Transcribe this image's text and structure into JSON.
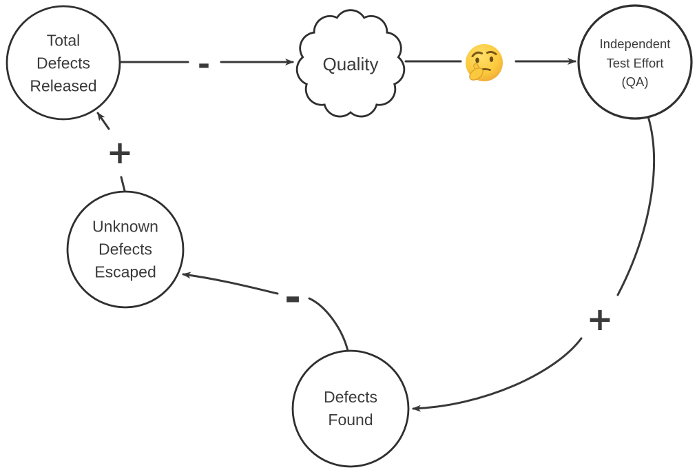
{
  "diagram": {
    "type": "causal-loop-diagram",
    "colors": {
      "background": "#ffffff",
      "stroke": "#383838",
      "text": "#3a3a3a",
      "emoji_face": "#fbc93d"
    },
    "nodes": [
      {
        "id": "total-defects-released",
        "shape": "circle",
        "label": "Total\nDefects\nReleased"
      },
      {
        "id": "quality",
        "shape": "cloud",
        "label": "Quality"
      },
      {
        "id": "independent-test-effort-qa",
        "shape": "circle",
        "label": "Independent\nTest Effort\n(QA)"
      },
      {
        "id": "unknown-defects-escaped",
        "shape": "circle",
        "label": "Unknown\nDefects\nEscaped"
      },
      {
        "id": "defects-found",
        "shape": "circle",
        "label": "Defects\nFound"
      }
    ],
    "edges": [
      {
        "from": "total-defects-released",
        "to": "quality",
        "sign": "-"
      },
      {
        "from": "quality",
        "to": "independent-test-effort-qa",
        "sign": "",
        "icon": "thinking-face-emoji",
        "emoji_char": "🤔"
      },
      {
        "from": "independent-test-effort-qa",
        "to": "defects-found",
        "sign": "+"
      },
      {
        "from": "defects-found",
        "to": "unknown-defects-escaped",
        "sign": "-"
      },
      {
        "from": "unknown-defects-escaped",
        "to": "total-defects-released",
        "sign": "+"
      }
    ]
  }
}
